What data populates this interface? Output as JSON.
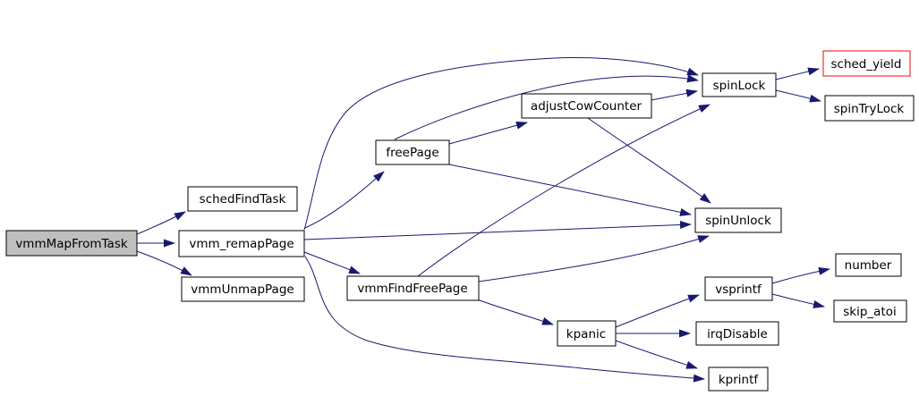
{
  "diagram": {
    "type": "call-graph",
    "root_function": "vmmMapFromTask",
    "colors": {
      "background": "#ffffff",
      "edge": "#191970",
      "node_border": "#000000",
      "node_fill": "#ffffff",
      "node_text": "#000000",
      "root_node_fill": "#bfbfbf",
      "alert_node_border": "#ff0000"
    }
  },
  "nodes": [
    {
      "id": "vmmMapFromTask",
      "label": "vmmMapFromTask",
      "kind": "root"
    },
    {
      "id": "schedFindTask",
      "label": "schedFindTask",
      "kind": "normal"
    },
    {
      "id": "vmm_remapPage",
      "label": "vmm_remapPage",
      "kind": "normal"
    },
    {
      "id": "vmmUnmapPage",
      "label": "vmmUnmapPage",
      "kind": "normal"
    },
    {
      "id": "freePage",
      "label": "freePage",
      "kind": "normal"
    },
    {
      "id": "adjustCowCounter",
      "label": "adjustCowCounter",
      "kind": "normal"
    },
    {
      "id": "vmmFindFreePage",
      "label": "vmmFindFreePage",
      "kind": "normal"
    },
    {
      "id": "spinLock",
      "label": "spinLock",
      "kind": "normal"
    },
    {
      "id": "sched_yield",
      "label": "sched_yield",
      "kind": "alert"
    },
    {
      "id": "spinTryLock",
      "label": "spinTryLock",
      "kind": "normal"
    },
    {
      "id": "spinUnlock",
      "label": "spinUnlock",
      "kind": "normal"
    },
    {
      "id": "vsprintf",
      "label": "vsprintf",
      "kind": "normal"
    },
    {
      "id": "number",
      "label": "number",
      "kind": "normal"
    },
    {
      "id": "skip_atoi",
      "label": "skip_atoi",
      "kind": "normal"
    },
    {
      "id": "kpanic",
      "label": "kpanic",
      "kind": "normal"
    },
    {
      "id": "irqDisable",
      "label": "irqDisable",
      "kind": "normal"
    },
    {
      "id": "kprintf",
      "label": "kprintf",
      "kind": "normal"
    }
  ],
  "edges": [
    {
      "from": "vmmMapFromTask",
      "to": "schedFindTask"
    },
    {
      "from": "vmmMapFromTask",
      "to": "vmm_remapPage"
    },
    {
      "from": "vmmMapFromTask",
      "to": "vmmUnmapPage"
    },
    {
      "from": "vmm_remapPage",
      "to": "freePage"
    },
    {
      "from": "vmm_remapPage",
      "to": "spinLock"
    },
    {
      "from": "vmm_remapPage",
      "to": "spinUnlock"
    },
    {
      "from": "vmm_remapPage",
      "to": "vmmFindFreePage"
    },
    {
      "from": "vmm_remapPage",
      "to": "kprintf"
    },
    {
      "from": "freePage",
      "to": "adjustCowCounter"
    },
    {
      "from": "freePage",
      "to": "spinLock"
    },
    {
      "from": "freePage",
      "to": "spinUnlock"
    },
    {
      "from": "adjustCowCounter",
      "to": "spinLock"
    },
    {
      "from": "adjustCowCounter",
      "to": "spinUnlock"
    },
    {
      "from": "vmmFindFreePage",
      "to": "spinLock"
    },
    {
      "from": "vmmFindFreePage",
      "to": "spinUnlock"
    },
    {
      "from": "vmmFindFreePage",
      "to": "kpanic"
    },
    {
      "from": "spinLock",
      "to": "sched_yield"
    },
    {
      "from": "spinLock",
      "to": "spinTryLock"
    },
    {
      "from": "kpanic",
      "to": "vsprintf"
    },
    {
      "from": "kpanic",
      "to": "irqDisable"
    },
    {
      "from": "kpanic",
      "to": "kprintf"
    },
    {
      "from": "vsprintf",
      "to": "number"
    },
    {
      "from": "vsprintf",
      "to": "skip_atoi"
    }
  ]
}
